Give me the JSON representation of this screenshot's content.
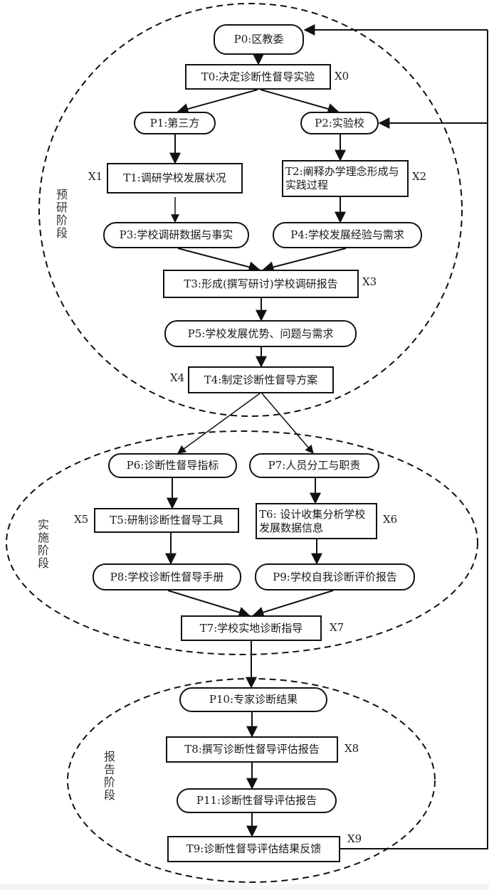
{
  "diagram": {
    "type": "petri-net-flowchart",
    "stages": [
      {
        "id": "stage-preresearch",
        "label": "预研阶段"
      },
      {
        "id": "stage-implementation",
        "label": "实施阶段"
      },
      {
        "id": "stage-report",
        "label": "报告阶段"
      }
    ],
    "places": {
      "P0": "P0:区教委",
      "P1": "P1:第三方",
      "P2": "P2:实验校",
      "P3": "P3:学校调研数据与事实",
      "P4": "P4:学校发展经验与需求",
      "P5": "P5:学校发展优势、问题与需求",
      "P6": "P6:诊断性督导指标",
      "P7": "P7:人员分工与职责",
      "P8": "P8:学校诊断性督导手册",
      "P9": "P9:学校自我诊断评价报告",
      "P10": "P10:专家诊断结果",
      "P11": "P11:诊断性督导评估报告"
    },
    "transitions": {
      "T0": "T0:决定诊断性督导实验",
      "T1": "T1:调研学校发展状况",
      "T2": "T2:阐释办学理念形成与实践过程",
      "T3": "T3:形成(撰写研讨)学校调研报告",
      "T4": "T4:制定诊断性督导方案",
      "T5": "T5:研制诊断性督导工具",
      "T6": "T6: 设计收集分析学校发展数据信息",
      "T7": "T7:学校实地诊断指导",
      "T8": "T8:撰写诊断性督导评估报告",
      "T9": "T9:诊断性督导评估结果反馈"
    },
    "x_labels": {
      "X0": "X0",
      "X1": "X1",
      "X2": "X2",
      "X3": "X3",
      "X4": "X4",
      "X5": "X5",
      "X6": "X6",
      "X7": "X7",
      "X8": "X8",
      "X9": "X9"
    },
    "edges": [
      [
        "P0",
        "T0"
      ],
      [
        "T0",
        "P1"
      ],
      [
        "T0",
        "P2"
      ],
      [
        "P1",
        "T1"
      ],
      [
        "P2",
        "T2"
      ],
      [
        "T1",
        "P3"
      ],
      [
        "T2",
        "P4"
      ],
      [
        "P3",
        "T3"
      ],
      [
        "P4",
        "T3"
      ],
      [
        "T3",
        "P5"
      ],
      [
        "P5",
        "T4"
      ],
      [
        "T4",
        "P6"
      ],
      [
        "T4",
        "P7"
      ],
      [
        "P6",
        "T5"
      ],
      [
        "P7",
        "T6"
      ],
      [
        "T5",
        "P8"
      ],
      [
        "T6",
        "P9"
      ],
      [
        "P8",
        "T7"
      ],
      [
        "P9",
        "T7"
      ],
      [
        "T7",
        "P10"
      ],
      [
        "P10",
        "T8"
      ],
      [
        "T8",
        "P11"
      ],
      [
        "P11",
        "T9"
      ],
      [
        "T9",
        "P0"
      ],
      [
        "T9",
        "P2"
      ]
    ],
    "colors": {
      "line": "#111111",
      "background": "#ffffff"
    }
  }
}
